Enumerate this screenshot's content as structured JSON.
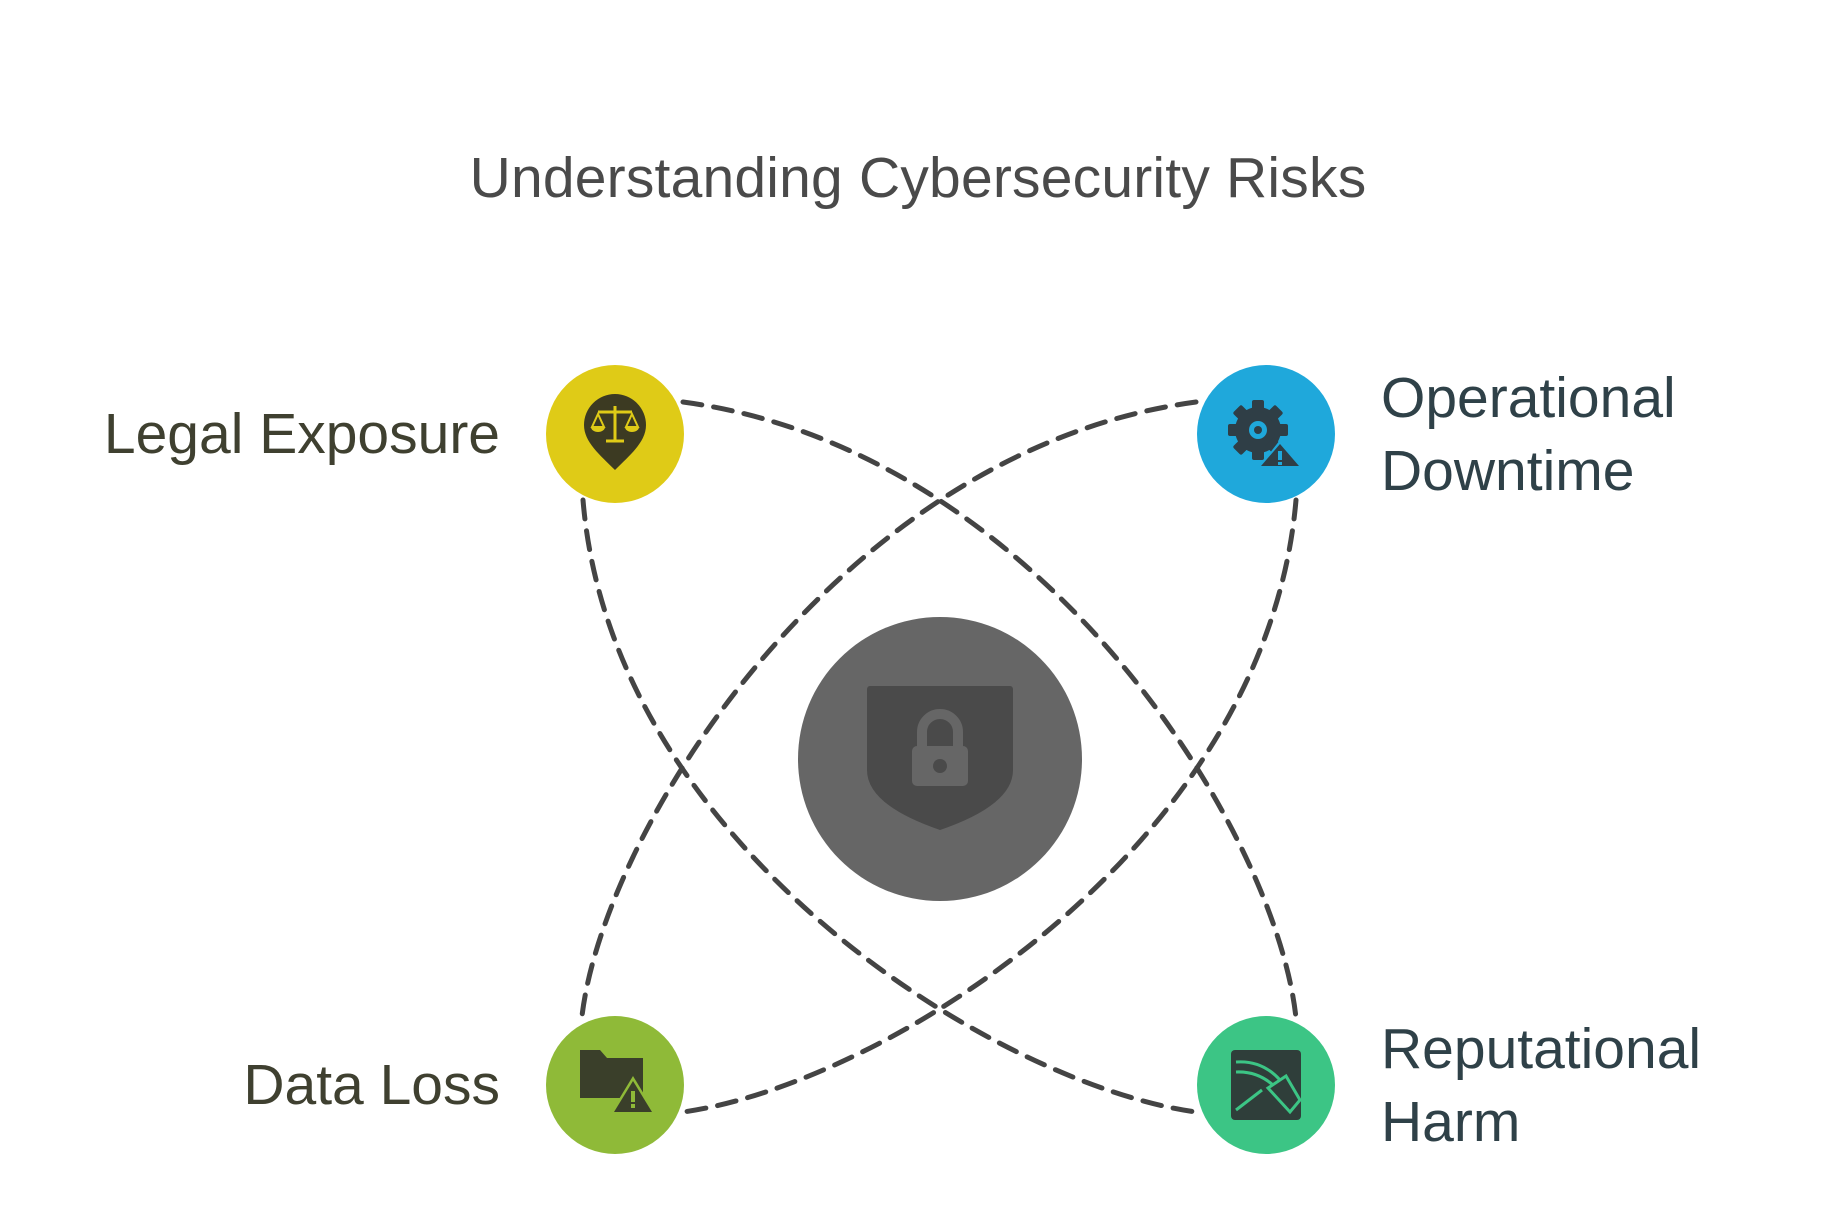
{
  "title": "Understanding Cybersecurity Risks",
  "center": {
    "icon": "shield-lock-icon",
    "color": "#666666",
    "icon_color": "#4a4a4a"
  },
  "nodes": {
    "legal": {
      "label": "Legal Exposure",
      "icon": "scales-pin-icon",
      "color": "#dfcb17"
    },
    "operational": {
      "label_line1": "Operational",
      "label_line2": "Downtime",
      "icon": "gear-warning-icon",
      "color": "#1fa8db"
    },
    "data": {
      "label": "Data Loss",
      "icon": "folder-warning-icon",
      "color": "#8fba38"
    },
    "reputational": {
      "label_line1": "Reputational",
      "label_line2": "Harm",
      "icon": "broken-image-icon",
      "color": "#3cc585"
    }
  },
  "connector_color": "#444444"
}
